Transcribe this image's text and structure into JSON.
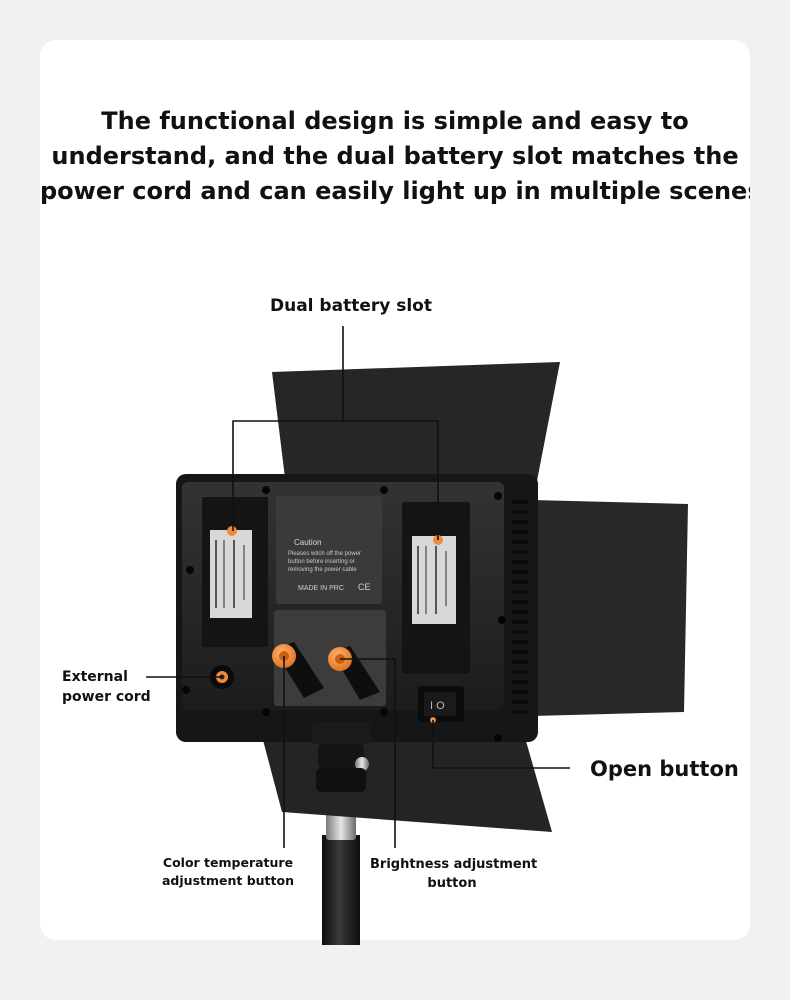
{
  "headline": {
    "line1": "The functional design is simple and easy to",
    "line2": "understand, and the dual battery slot matches the",
    "line3": "power cord and can easily light up in multiple scenes"
  },
  "callouts": {
    "battery_slot": "Dual battery slot",
    "external_power_line1": "External",
    "external_power_line2": "power cord",
    "open_button": "Open button",
    "color_temp_line1": "Color temperature",
    "color_temp_line2": "adjustment button",
    "brightness_line1": "Brightness adjustment",
    "brightness_line2": "button"
  },
  "device": {
    "caution_title": "Caution",
    "caution_line1": "Pleases witch off the power",
    "caution_line2": "button before inserting or",
    "caution_line3": "removing the power cable",
    "made_in": "MADE IN PRC",
    "ce_mark": "CE"
  },
  "colors": {
    "accent_knob": "#f08a3a",
    "panel_dark": "#1f1f1f",
    "panel_body": "#2a2a2a",
    "barn_door": "#262626"
  }
}
